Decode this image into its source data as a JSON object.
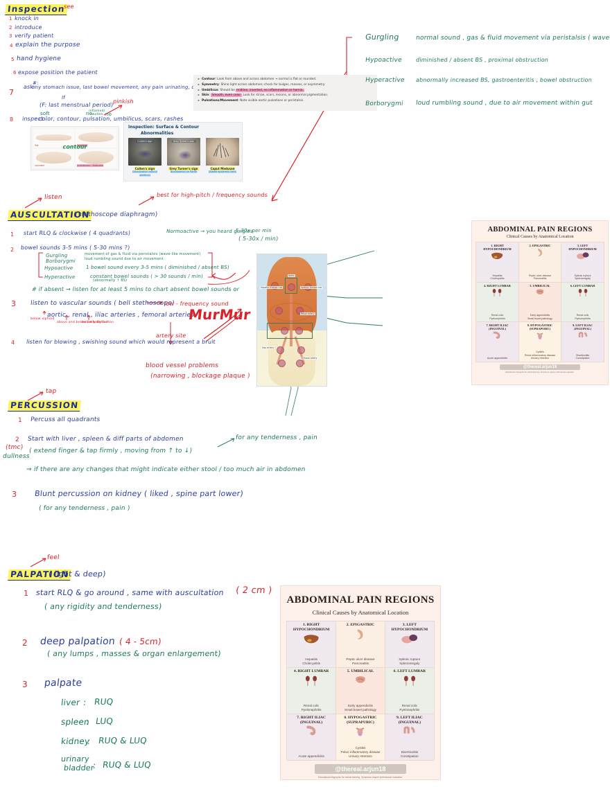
{
  "sections": {
    "inspection": {
      "heading": "Inspection",
      "arrow_note": "see",
      "steps": [
        {
          "n": "1",
          "text": "knock in"
        },
        {
          "n": "2",
          "text": "introduce"
        },
        {
          "n": "3",
          "text": "verify patient"
        },
        {
          "n": "4",
          "text": "explain the purpose"
        },
        {
          "n": "5",
          "text": "hand hygiene"
        },
        {
          "n": "6",
          "text": "expose position the patient"
        },
        {
          "n": "7",
          "text": "ask"
        },
        {
          "n": "8",
          "text": "inspect"
        }
      ],
      "ask_super": "#:",
      "ask_body": "any stomach issue, last bowel movement, any pain urinating, discharge)",
      "ask_if": "If",
      "ask_paren": "(F: last menstrual period)",
      "inspect_items": "color, contour, pulsation, umbilicus, scars, rashes",
      "inspect_sup_soft": "soft",
      "inspect_sup_inflam": "inflamed/",
      "inspect_sup_inflam2": "swollen",
      "inspect_sup_no1": "no",
      "inspect_sup_no2": "no",
      "pinkish": "pinkish"
    },
    "bowel_sounds": {
      "rows": [
        {
          "term": "Gurgling",
          "desc": "normal sound , gas & fluid movement  via peristalsis ( wave-like movement)"
        },
        {
          "term": "Hypoactive",
          "desc": "diminished / absent BS , proximal obstruction"
        },
        {
          "term": "Hyperactive",
          "desc": "abnormally increased BS,  gastroenteritis , bowel obstruction"
        },
        {
          "term": "Borborygmi",
          "desc": "loud rumbling sound , due to air movement within gut"
        }
      ]
    },
    "auscultation": {
      "heading": "AUSCULTATION",
      "arrow_note": "listen",
      "paren": "( stethoscope  diaphragm)",
      "top_note": "best for high-pitch / frequency sounds",
      "steps": [
        {
          "n": "1",
          "text": "start RLQ  &  clockwise   ( 4  quadrants)"
        },
        {
          "n": "2",
          "text": "bowel sounds  3-5 mins     ( 5-30 mins ?)"
        },
        {
          "n": "3",
          "text": "listen to vascular sounds      ( bell stethoscope)"
        },
        {
          "n": "4",
          "text": "listen for blowing , swishing sound which would represent a bruit"
        }
      ],
      "normo_note": "Normoactive  →  you heard gurgles",
      "rate_note": "5-30x per min",
      "rate_note2": "( 5-30x / min)",
      "sub_rows": [
        {
          "term": "Gurgling",
          "desc": "movement of gas & fluid via peristalsis   (wave-like movement)"
        },
        {
          "term": "Borborygmi",
          "desc": "loud rumbling sound due to air movement"
        },
        {
          "term": "Hypoactive",
          "desc": "1 bowel sound every 3-5 mins ( diminished / absent  BS)"
        },
        {
          "term": "Hyperactive",
          "desc": "constant bowel sounds   ( > 30 sounds / min)"
        }
      ],
      "hyper_sub": "(abnormally ↑ BS)",
      "absent_note": "# if absent → listen for at least 5 mins to chart absent bowel sounds  or",
      "low_freq": "low - frequency sound",
      "arteries": "aortic , renal , iliac arteries , femoral arteries",
      "artery_labels": [
        "below xiphoid",
        "above and below belly button",
        "below belly button"
      ],
      "murmur": "MurMur ?",
      "artery_site": "artery site",
      "vessel_note_1": "blood vessel problems",
      "vessel_note_2": "(narrowing , blockage   plaque )"
    },
    "percussion": {
      "heading": "PERCUSSION",
      "arrow_note": "tap",
      "steps": [
        {
          "n": "1",
          "text": "Percuss  all  quadrants"
        },
        {
          "n": "2",
          "text": "Start with liver , spleen  & diff parts of abdomen"
        },
        {
          "n": "3",
          "text": "Blunt  percussion  on kidney  ( liked , spine  part  lower)"
        }
      ],
      "tmc": "(tmc)",
      "dullness": "dullness",
      "paren2": "( extend  finger & tap firmly , moving  from  ↑ to ↓)",
      "right_note": "for any  tenderness , pain",
      "arrow_line": "⇒  if there are  any  changes  that  might  indicate  either  stool / too much  air  in  abdomen",
      "paren3": "( for  any   tenderness , pain )"
    },
    "palpation": {
      "heading": "PALPATION",
      "arrow_note": "feel",
      "paren": "( light  &  deep)",
      "steps": [
        {
          "n": "1",
          "text": "start RLQ  &  go  around , same with  auscultation"
        },
        {
          "n": "2",
          "text": "deep  palpation"
        },
        {
          "n": "3",
          "text": "palpate"
        }
      ],
      "depth_1": "( 2 cm )",
      "depth_2": "( 4 - 5cm)",
      "sub_1": "( any rigidity  and  tenderness)",
      "sub_2": "( any lumps , masses & organ enlargement)",
      "organs": [
        {
          "organ": "liver",
          "region": "RUQ"
        },
        {
          "organ": "spleen",
          "region": "LUQ"
        },
        {
          "organ": "kidney",
          "region": "RUQ  &  LUQ"
        },
        {
          "organ": "urinary bladder",
          "region": "RUQ  &  LUQ"
        }
      ]
    }
  },
  "contour_panel": {
    "word": "contour",
    "cells": [
      {
        "label": "flat",
        "hl": false
      },
      {
        "label": "scaphoid",
        "hl": true
      },
      {
        "label": "rounded",
        "hl": false
      },
      {
        "label": "protuberant / distended",
        "hl": true
      }
    ]
  },
  "inspection_panel": {
    "title_line1": "Inspection: Surface & Contour",
    "title_line2": "Abnormalities",
    "photos": [
      {
        "tag": "Cullen's sign",
        "caption": "Cullen's sign",
        "sub": "Discoloration around umbilicus"
      },
      {
        "tag": "Grey Turner's sign",
        "caption": "Grey Turner's sign",
        "sub": "Discoloration on flanks"
      },
      {
        "tag": "Caput Medusae",
        "caption": "Caput Medusae",
        "sub": "Dilated epidermis veins"
      }
    ]
  },
  "bullets": {
    "items": [
      {
        "b": "Contour",
        "t": ": Look from above and across abdomen → normal is flat or rounded."
      },
      {
        "b": "Symmetry",
        "t": ": Shine light across abdomen; check for bulges, masses, or asymmetry."
      },
      {
        "b": "Umbilicus",
        "t": ": Should be ",
        "hl": "midline, inverted, no inflammation or hernia."
      },
      {
        "b": "Skin",
        "t": ": ",
        "hl": "Smooth, even color.",
        "t2": " Look for striae, scars, lesions, or abnormal pigmentation."
      },
      {
        "b": "Pulsations/Movement",
        "t": ": Note visible aortic pulsations or peristalsis."
      }
    ]
  },
  "anatomy": {
    "labels": [
      "Hepatic friction rub",
      "Aorta",
      "Splenic friction rub",
      "Renal artery",
      "Iliac artery",
      "Femoral artery"
    ]
  },
  "infographic": {
    "title": "ABDOMINAL PAIN REGIONS",
    "subtitle": "Clinical Causes by Anatomical Location",
    "handle": "@thereal.arjun18",
    "disclaimer": "Educational infographic for clinical learning. Symptoms require professional evaluation.",
    "regions": [
      {
        "num": "1. RIGHT",
        "num2": "HYPOCHONDRIUM",
        "causes": [
          "Hepatitis",
          "Cholecystitis"
        ],
        "organ": "liver",
        "tone": "side"
      },
      {
        "num": "2. EPIGASTRIC",
        "num2": "",
        "causes": [
          "Peptic ulcer disease",
          "Pancreatitis"
        ],
        "organ": "stomach",
        "tone": "mid"
      },
      {
        "num": "3. LEFT",
        "num2": "HYPOCHONDRIUM",
        "causes": [
          "Splenic rupture",
          "Splenomegaly"
        ],
        "organ": "spleen",
        "tone": "side"
      },
      {
        "num": "4. RIGHT LUMBAR",
        "num2": "",
        "causes": [
          "Renal colic",
          "Pyelonephritis"
        ],
        "organ": "kidneys",
        "tone": "sideg"
      },
      {
        "num": "5. UMBILICAL",
        "num2": "",
        "causes": [
          "Early appendicitis",
          "Small bowel pathology"
        ],
        "organ": "intestine",
        "tone": "midg"
      },
      {
        "num": "6. LEFT LUMBAR",
        "num2": "",
        "causes": [
          "Renal colic",
          "Pyelonephritis"
        ],
        "organ": "kidneys",
        "tone": "sideg"
      },
      {
        "num": "7. RIGHT ILIAC",
        "num2": "(INGUINAL)",
        "causes": [
          "Acute appendicitis"
        ],
        "organ": "appendix",
        "tone": "sidep"
      },
      {
        "num": "8. HYPOGASTRIC",
        "num2": "(SUPRAPUBIC)",
        "causes": [
          "Cystitis",
          "Pelvic inflammatory disease",
          "Urinary retention"
        ],
        "organ": "bladder",
        "tone": "midp"
      },
      {
        "num": "9. LEFT ILIAC",
        "num2": "(INGUINAL)",
        "causes": [
          "Diverticulitis",
          "Constipation"
        ],
        "organ": "colon",
        "tone": "sidep"
      }
    ]
  },
  "colors": {
    "blue_ink": "#2b3f9e",
    "red_ink": "#d8232a",
    "green_ink": "#1f7a5a",
    "highlight_yellow": "#fdf35c",
    "highlight_pink": "#f29cc0",
    "paper": "#fefefe"
  }
}
